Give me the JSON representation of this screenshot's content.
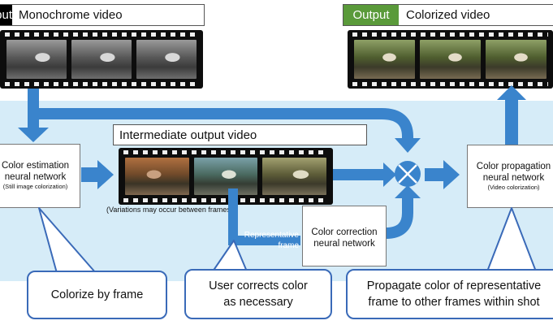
{
  "input": {
    "tag": "Input",
    "label": "Monochrome video"
  },
  "output": {
    "tag": "Output",
    "label": "Colorized video"
  },
  "intermediate": {
    "label": "Intermediate output video",
    "note": "(Variations may occur between frames)"
  },
  "color_estimation": {
    "line1": "Color estimation",
    "line2": "neural network",
    "sub": "(Still image colorization)"
  },
  "color_correction": {
    "line1": "Color correction",
    "line2": "neural network"
  },
  "color_propagation": {
    "line1": "Color propagation",
    "line2": "neural network",
    "sub": "(Video colorization)"
  },
  "representative_frame": {
    "line1": "Representative",
    "line2": "frame"
  },
  "callouts": {
    "colorize": {
      "line1": "Colorize by frame"
    },
    "user": {
      "line1": "User corrects color",
      "line2": "as necessary"
    },
    "propagate": {
      "line1": "Propagate color of representative",
      "line2": "frame to other frames within shot"
    }
  },
  "colors": {
    "arrow": "#3a84cc",
    "band": "#d6ecf8",
    "output_tag": "#5a9a3a",
    "callout_border": "#3a6ab8"
  }
}
